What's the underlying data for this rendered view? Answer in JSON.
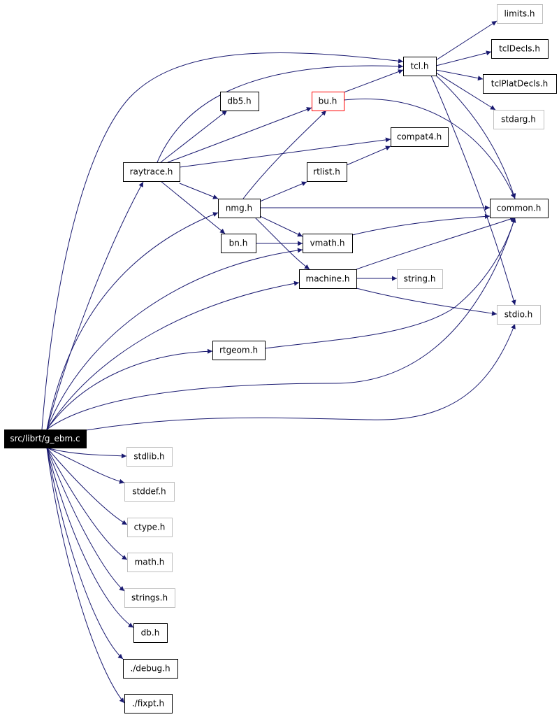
{
  "diagram": {
    "colors": {
      "edge": "#191970",
      "root_fill": "#000000",
      "root_text": "#ffffff",
      "documented_border": "#000000",
      "undocumented_border": "#bfbfbf",
      "highlight_border": "#ff0000",
      "text": "#000000"
    },
    "nodes": [
      {
        "id": "root",
        "label": "src/librt/g_ebm.c",
        "style": "root"
      },
      {
        "id": "raytrace",
        "label": "raytrace.h",
        "style": "documented"
      },
      {
        "id": "tcl",
        "label": "tcl.h",
        "style": "documented"
      },
      {
        "id": "limits",
        "label": "limits.h",
        "style": "undocumented"
      },
      {
        "id": "tclDecls",
        "label": "tclDecls.h",
        "style": "documented"
      },
      {
        "id": "tclPlatDecls",
        "label": "tclPlatDecls.h",
        "style": "documented"
      },
      {
        "id": "stdarg",
        "label": "stdarg.h",
        "style": "undocumented"
      },
      {
        "id": "db5",
        "label": "db5.h",
        "style": "documented"
      },
      {
        "id": "bu",
        "label": "bu.h",
        "style": "highlight"
      },
      {
        "id": "compat4",
        "label": "compat4.h",
        "style": "documented"
      },
      {
        "id": "rtlist",
        "label": "rtlist.h",
        "style": "documented"
      },
      {
        "id": "nmg",
        "label": "nmg.h",
        "style": "documented"
      },
      {
        "id": "common",
        "label": "common.h",
        "style": "documented"
      },
      {
        "id": "bn",
        "label": "bn.h",
        "style": "documented"
      },
      {
        "id": "vmath",
        "label": "vmath.h",
        "style": "documented"
      },
      {
        "id": "machine",
        "label": "machine.h",
        "style": "documented"
      },
      {
        "id": "string",
        "label": "string.h",
        "style": "undocumented"
      },
      {
        "id": "stdio",
        "label": "stdio.h",
        "style": "undocumented"
      },
      {
        "id": "rtgeom",
        "label": "rtgeom.h",
        "style": "documented"
      },
      {
        "id": "stdlib",
        "label": "stdlib.h",
        "style": "undocumented"
      },
      {
        "id": "stddef",
        "label": "stddef.h",
        "style": "undocumented"
      },
      {
        "id": "ctype",
        "label": "ctype.h",
        "style": "undocumented"
      },
      {
        "id": "math",
        "label": "math.h",
        "style": "undocumented"
      },
      {
        "id": "strings",
        "label": "strings.h",
        "style": "undocumented"
      },
      {
        "id": "db",
        "label": "db.h",
        "style": "documented"
      },
      {
        "id": "debug",
        "label": "./debug.h",
        "style": "documented"
      },
      {
        "id": "fixpt",
        "label": "./fixpt.h",
        "style": "documented"
      }
    ],
    "edges": [
      {
        "from": "root",
        "to": "raytrace"
      },
      {
        "from": "root",
        "to": "tcl"
      },
      {
        "from": "root",
        "to": "nmg"
      },
      {
        "from": "root",
        "to": "vmath"
      },
      {
        "from": "root",
        "to": "machine"
      },
      {
        "from": "root",
        "to": "rtgeom"
      },
      {
        "from": "root",
        "to": "common"
      },
      {
        "from": "root",
        "to": "stdio"
      },
      {
        "from": "root",
        "to": "stdlib"
      },
      {
        "from": "root",
        "to": "stddef"
      },
      {
        "from": "root",
        "to": "ctype"
      },
      {
        "from": "root",
        "to": "math"
      },
      {
        "from": "root",
        "to": "strings"
      },
      {
        "from": "root",
        "to": "db"
      },
      {
        "from": "root",
        "to": "debug"
      },
      {
        "from": "root",
        "to": "fixpt"
      },
      {
        "from": "raytrace",
        "to": "tcl"
      },
      {
        "from": "raytrace",
        "to": "db5"
      },
      {
        "from": "raytrace",
        "to": "bu"
      },
      {
        "from": "raytrace",
        "to": "compat4"
      },
      {
        "from": "raytrace",
        "to": "nmg"
      },
      {
        "from": "raytrace",
        "to": "bn"
      },
      {
        "from": "tcl",
        "to": "limits"
      },
      {
        "from": "tcl",
        "to": "tclDecls"
      },
      {
        "from": "tcl",
        "to": "tclPlatDecls"
      },
      {
        "from": "tcl",
        "to": "stdarg"
      },
      {
        "from": "tcl",
        "to": "common"
      },
      {
        "from": "tcl",
        "to": "stdio"
      },
      {
        "from": "bu",
        "to": "tcl"
      },
      {
        "from": "bu",
        "to": "common"
      },
      {
        "from": "nmg",
        "to": "bu"
      },
      {
        "from": "nmg",
        "to": "rtlist"
      },
      {
        "from": "nmg",
        "to": "common"
      },
      {
        "from": "nmg",
        "to": "vmath"
      },
      {
        "from": "nmg",
        "to": "machine"
      },
      {
        "from": "rtlist",
        "to": "compat4"
      },
      {
        "from": "bn",
        "to": "vmath"
      },
      {
        "from": "vmath",
        "to": "common"
      },
      {
        "from": "machine",
        "to": "common"
      },
      {
        "from": "machine",
        "to": "string"
      },
      {
        "from": "machine",
        "to": "stdio"
      },
      {
        "from": "rtgeom",
        "to": "common"
      }
    ]
  }
}
